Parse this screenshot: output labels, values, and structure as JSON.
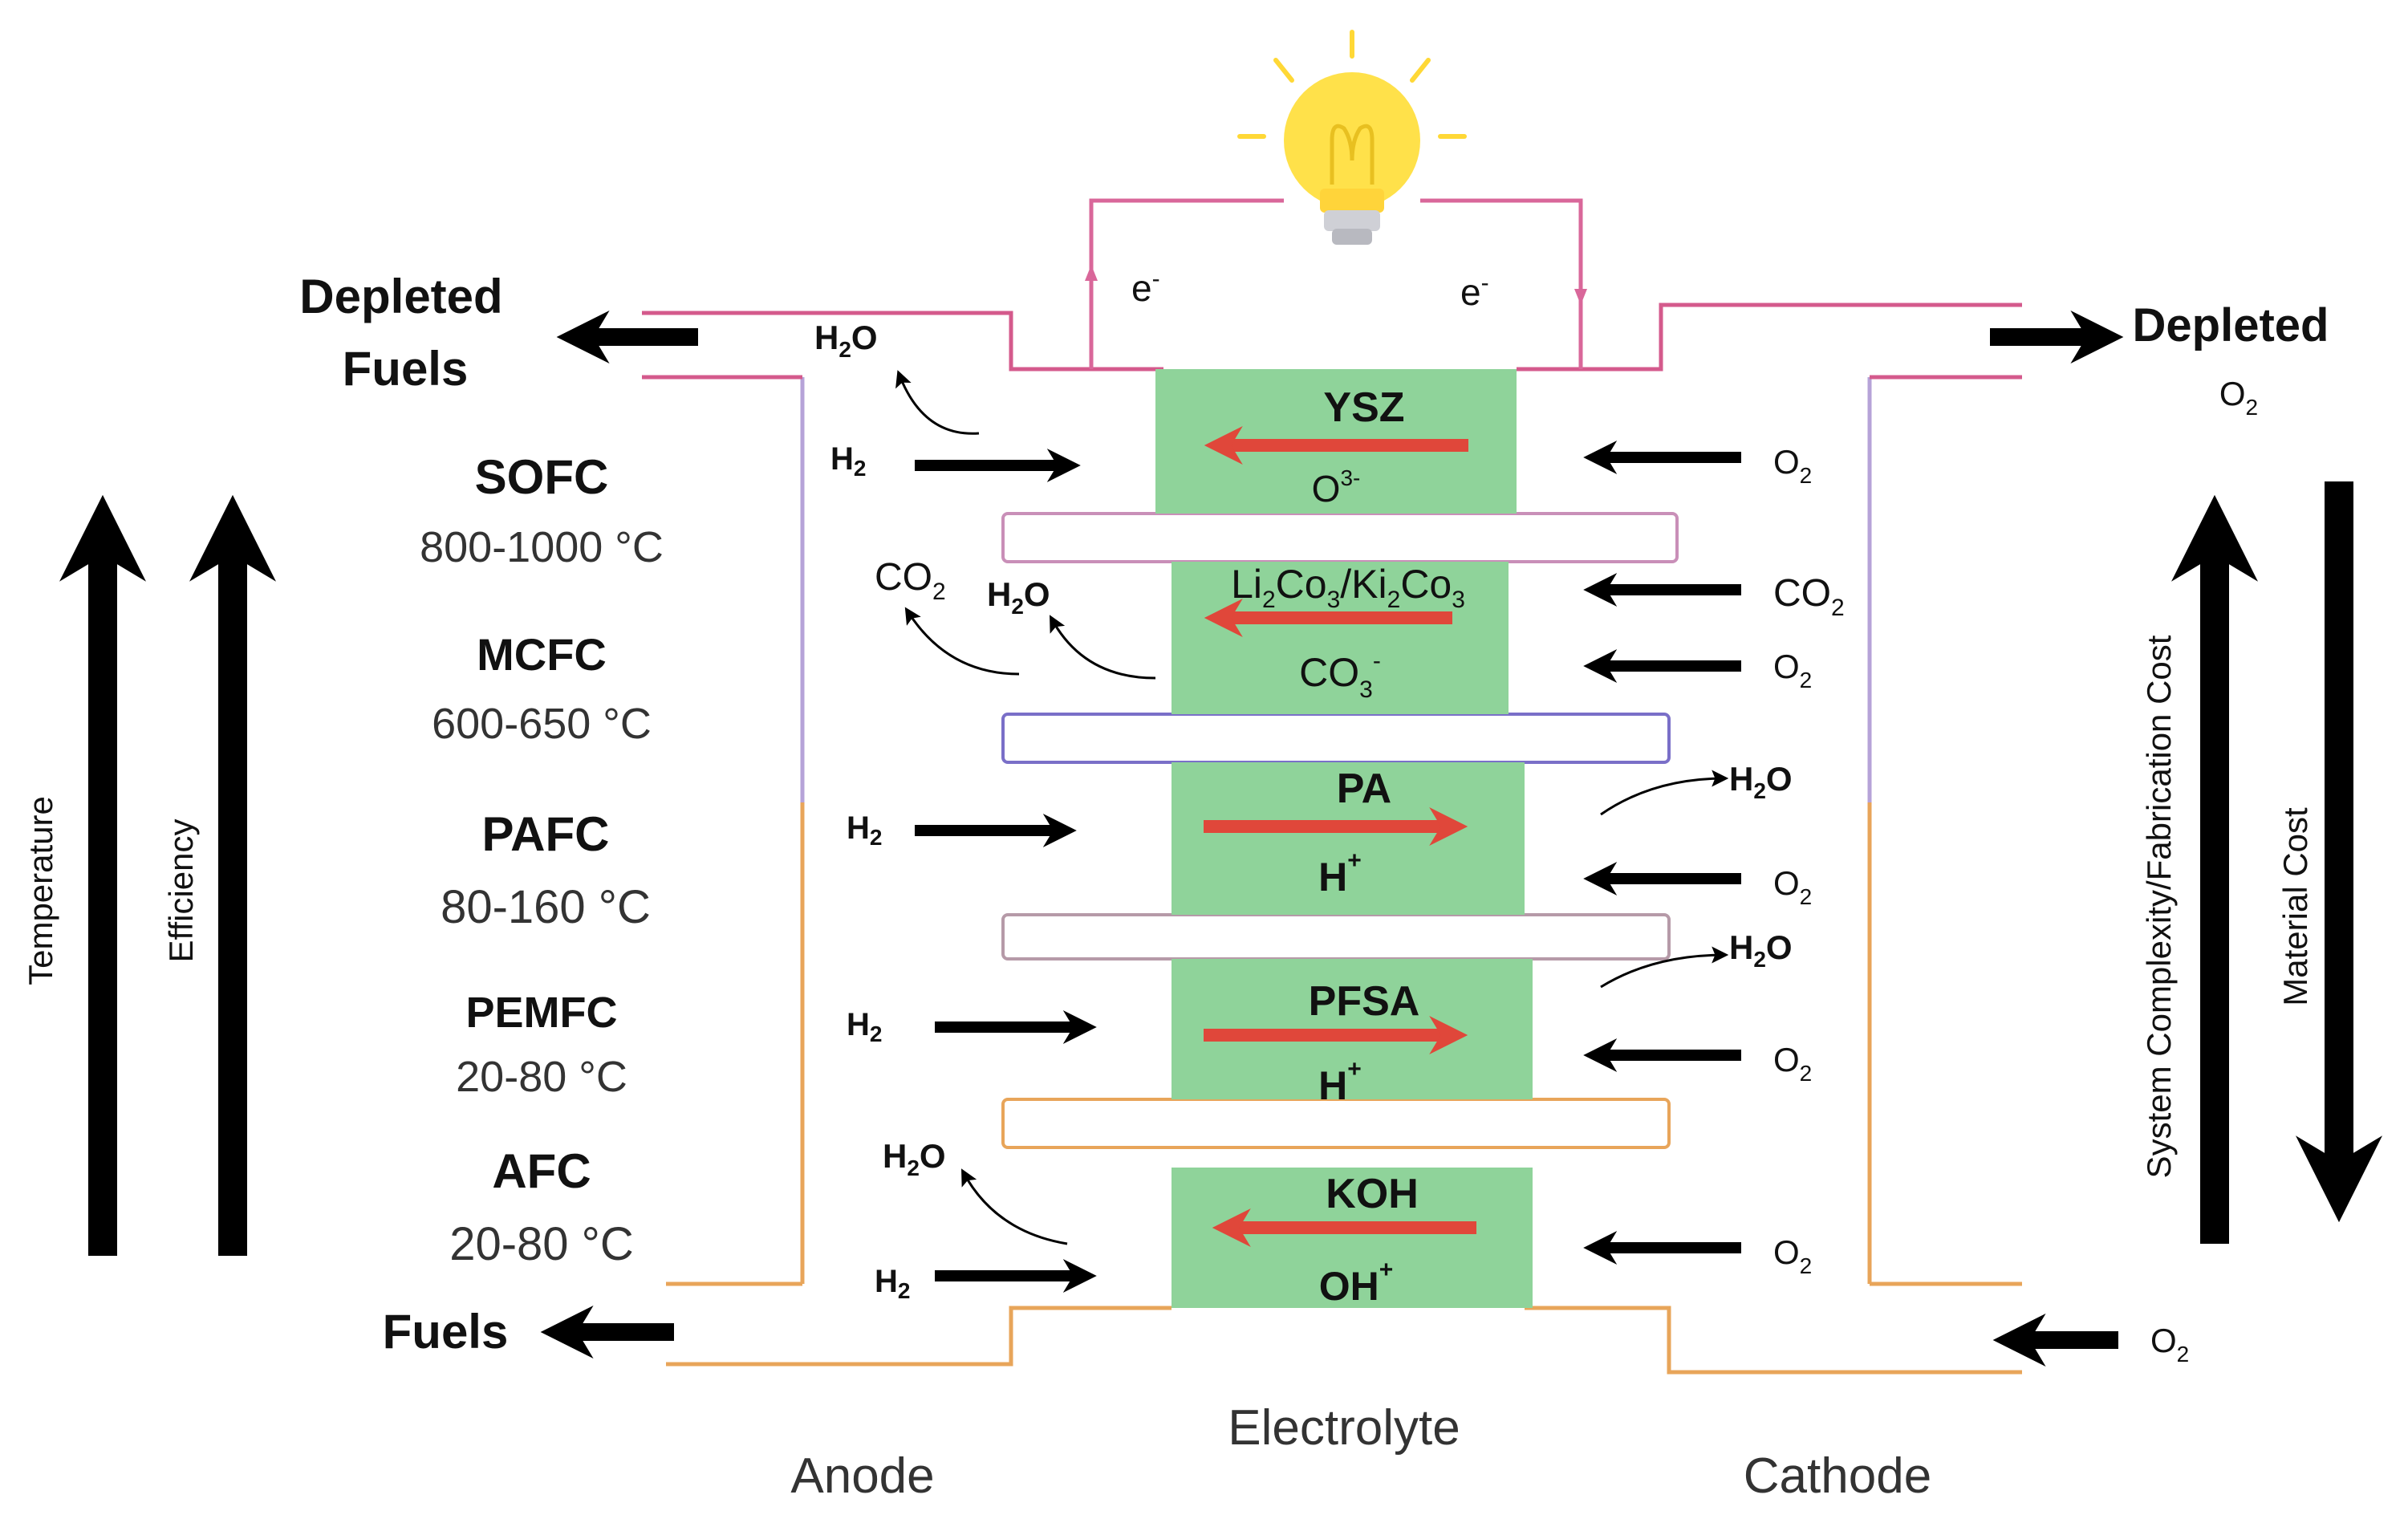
{
  "cells": [
    {
      "name": "SOFC",
      "temp": "800-1000 °C",
      "electrolyte": "YSZ",
      "ion": "O",
      "ion_sup": "3-",
      "ion_sub": "",
      "ion_dir": "left",
      "anode_in": [
        "H",
        "2"
      ],
      "anode_out": [
        [
          "H",
          "2",
          "O"
        ]
      ],
      "cathode_in": [
        [
          "O",
          "2"
        ]
      ]
    },
    {
      "name": "MCFC",
      "temp": "600-650 °C",
      "electrolyte_parts": [
        "Li",
        "2",
        "Co",
        "3",
        "/Ki",
        "2",
        "Co",
        "3"
      ],
      "ion": "CO",
      "ion_sub": "3",
      "ion_sup": "-",
      "ion_dir": "left",
      "anode_in": null,
      "anode_out": [
        [
          "CO",
          "2",
          ""
        ],
        [
          "H",
          "2",
          "O"
        ]
      ],
      "cathode_in": [
        [
          "CO",
          "2"
        ],
        [
          "O",
          "2"
        ]
      ]
    },
    {
      "name": "PAFC",
      "temp": "80-160 °C",
      "electrolyte": "PA",
      "ion": "H",
      "ion_sup": "+",
      "ion_sub": "",
      "ion_dir": "right",
      "anode_in": [
        "H",
        "2"
      ],
      "cathode_out": [
        "H",
        "2",
        "O"
      ],
      "cathode_in": [
        [
          "O",
          "2"
        ]
      ]
    },
    {
      "name": "PEMFC",
      "temp": "20-80 °C",
      "electrolyte": "PFSA",
      "ion": "H",
      "ion_sup": "+",
      "ion_sub": "",
      "ion_dir": "right",
      "anode_in": [
        "H",
        "2"
      ],
      "cathode_out": [
        "H",
        "2",
        "O"
      ],
      "cathode_in": [
        [
          "O",
          "2"
        ]
      ]
    },
    {
      "name": "AFC",
      "temp": "20-80 °C",
      "electrolyte": "KOH",
      "ion": "OH",
      "ion_sup": "+",
      "ion_sub": "",
      "ion_dir": "left",
      "anode_in": [
        "H",
        "2"
      ],
      "anode_out": [
        [
          "H",
          "2",
          "O"
        ]
      ],
      "cathode_in": [
        [
          "O",
          "2"
        ]
      ]
    }
  ],
  "labels": {
    "depleted_fuels_1": "Depleted",
    "depleted_fuels_2": "Fuels",
    "depleted_o2_1": "Depleted",
    "depleted_o2_base": "O",
    "depleted_o2_sub": "2",
    "fuels": "Fuels",
    "cathode_bottom_in_base": "O",
    "cathode_bottom_in_sub": "2",
    "electron_left": "e",
    "electron_right": "e",
    "electron_sup": "-",
    "temperature": "Temperature",
    "efficiency": "Efficiency",
    "system_cost": "System Complexity/Fabrication Cost",
    "material_cost": "Material Cost",
    "anode": "Anode",
    "electrolyte": "Electrolyte",
    "cathode": "Cathode"
  },
  "colors": {
    "electrolyte_fill": "#8fd39a",
    "ion_arrow": "#e0473a",
    "wire": "#d9679a",
    "cell_outline_sofc": "#d45a8c",
    "cell_outline_mcfc": "#7a6fc8",
    "cell_outline_afc": "#e8a55a",
    "bulb": "#ffe14a"
  }
}
